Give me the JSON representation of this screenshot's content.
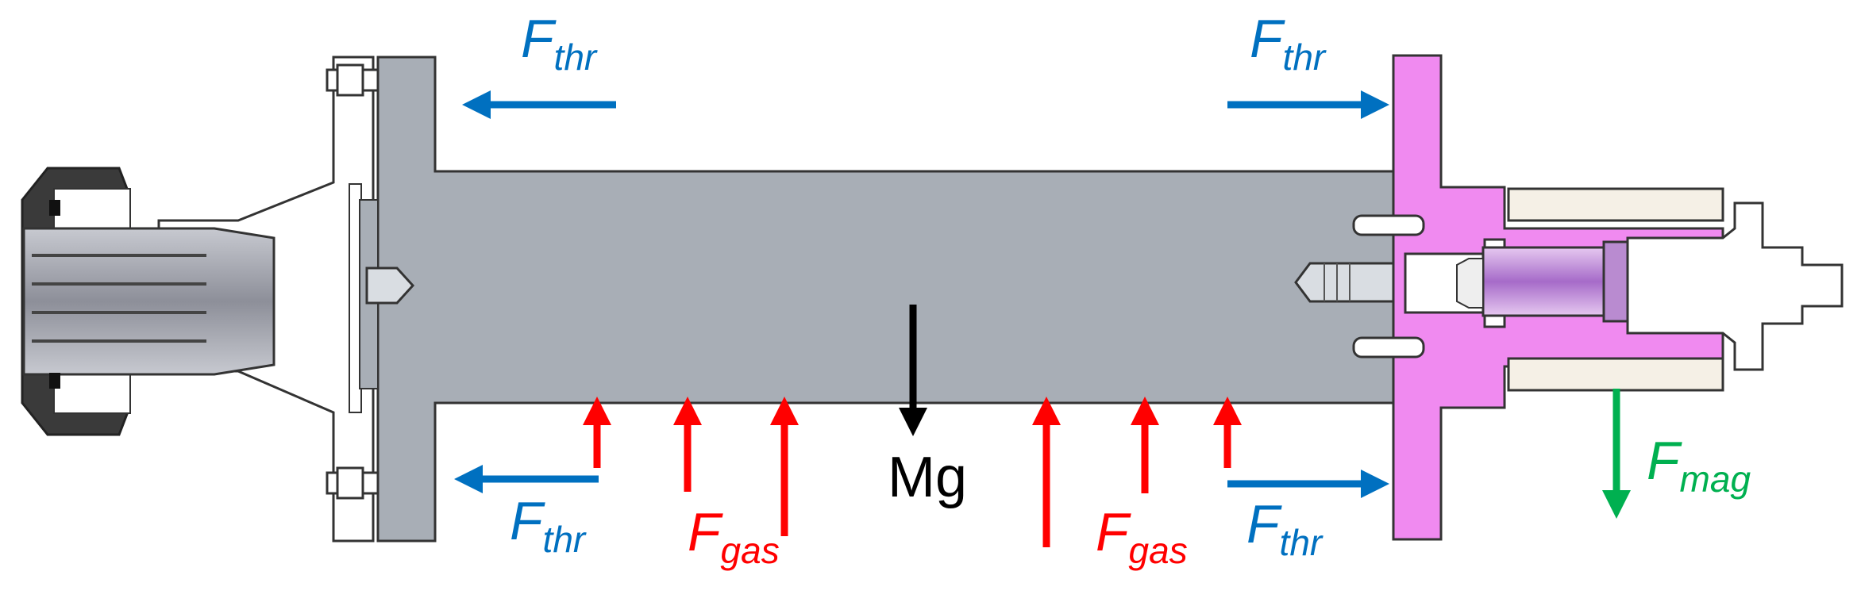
{
  "colors": {
    "thrust": "#0070C0",
    "gas": "#FF0000",
    "weight": "#000000",
    "magnetic": "#00B050",
    "shaft": "#A8AEB6",
    "right_flange": "#F08AF0",
    "left_hub": "#FFFFFF",
    "collet_dark": "#3A3A3A"
  },
  "labels": {
    "thrust": {
      "main": "F",
      "sub": "thr"
    },
    "gas": {
      "main": "F",
      "sub": "gas"
    },
    "weight": "Mg",
    "magnetic": {
      "main": "F",
      "sub": "mag"
    }
  }
}
